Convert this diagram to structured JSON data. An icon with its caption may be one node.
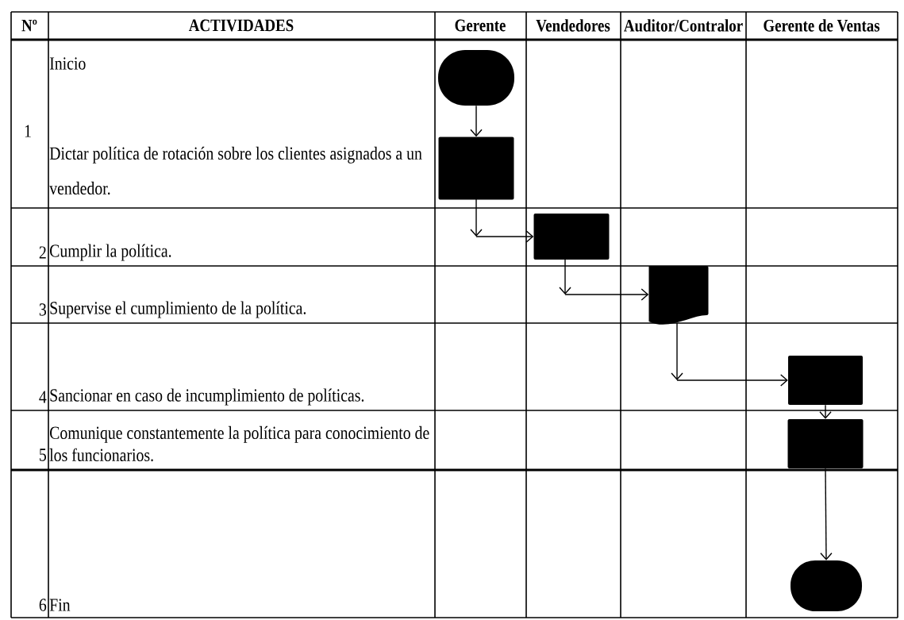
{
  "diagram": {
    "nodes": [
      {
        "text": [],
        "shape": "oval"
      },
      {
        "text": [],
        "shape": "box"
      },
      {
        "text": [],
        "shape": "box"
      },
      {
        "text": [],
        "shape": "document"
      },
      {
        "text": [],
        "shape": "box"
      },
      {
        "text": [],
        "shape": "box"
      },
      {
        "text": [],
        "shape": "oval"
      }
    ],
    "edges": [
      {
        "from": 0,
        "to": 1,
        "arrow": "to"
      },
      {
        "from": 1,
        "to": 2,
        "arrow": "to"
      },
      {
        "from": 2,
        "to": 3,
        "arrow": "to"
      },
      {
        "from": 3,
        "to": 4,
        "arrow": "to"
      },
      {
        "from": 4,
        "to": 5,
        "arrow": "to"
      },
      {
        "from": 5,
        "to": 6,
        "arrow": "to"
      }
    ],
    "labels": [
      "Nº",
      "ACTIVIDADES",
      "Gerente",
      "Vendedores",
      "Auditor/Contralor",
      "Gerente de Ventas",
      "1",
      "Inicio",
      "Dictar política de rotación sobre los clientes asignados a un vendedor.",
      "2",
      "Cumplir la política.",
      "3",
      "Supervise el cumplimiento de la política.",
      "4",
      "Sancionar en caso de incumplimiento de políticas.",
      "5",
      "Comunique constantemente la política para conocimiento de los funcionarios.",
      "6",
      "Fin"
    ]
  }
}
